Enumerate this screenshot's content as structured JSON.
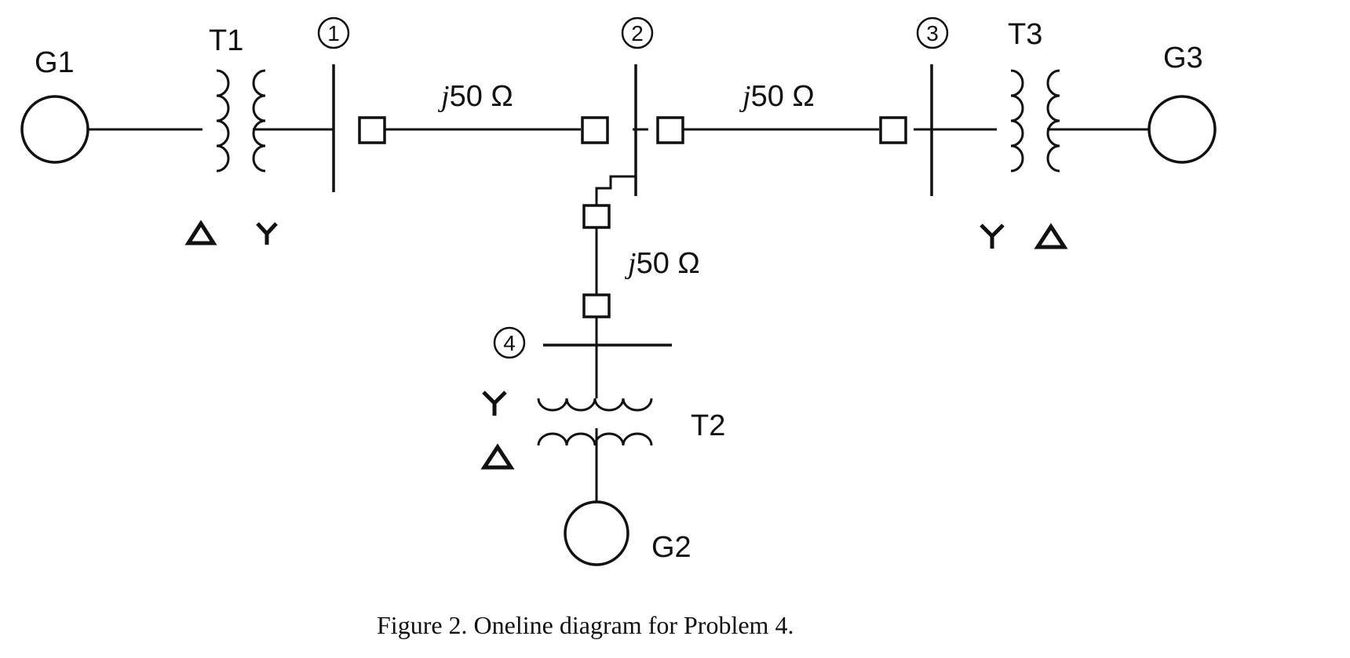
{
  "generators": [
    {
      "id": "G1",
      "label": "G1"
    },
    {
      "id": "G2",
      "label": "G2"
    },
    {
      "id": "G3",
      "label": "G3"
    }
  ],
  "transformers": [
    {
      "id": "T1",
      "label": "T1",
      "primary": "Δ",
      "secondary": "Y"
    },
    {
      "id": "T2",
      "label": "T2",
      "primary": "Y",
      "secondary": "Δ"
    },
    {
      "id": "T3",
      "label": "T3",
      "primary": "Y",
      "secondary": "Δ"
    }
  ],
  "buses": [
    {
      "id": "bus-1",
      "number": "1"
    },
    {
      "id": "bus-2",
      "number": "2"
    },
    {
      "id": "bus-3",
      "number": "3"
    },
    {
      "id": "bus-4",
      "number": "4"
    }
  ],
  "lines": [
    {
      "id": "line-1-2",
      "from": "1",
      "to": "2",
      "impedance_j": "j",
      "impedance_value": "50 Ω"
    },
    {
      "id": "line-2-3",
      "from": "2",
      "to": "3",
      "impedance_j": "j",
      "impedance_value": "50 Ω"
    },
    {
      "id": "line-2-4",
      "from": "2",
      "to": "4",
      "impedance_j": "j",
      "impedance_value": "50 Ω"
    }
  ],
  "caption": "Figure 2. Oneline diagram for Problem 4."
}
